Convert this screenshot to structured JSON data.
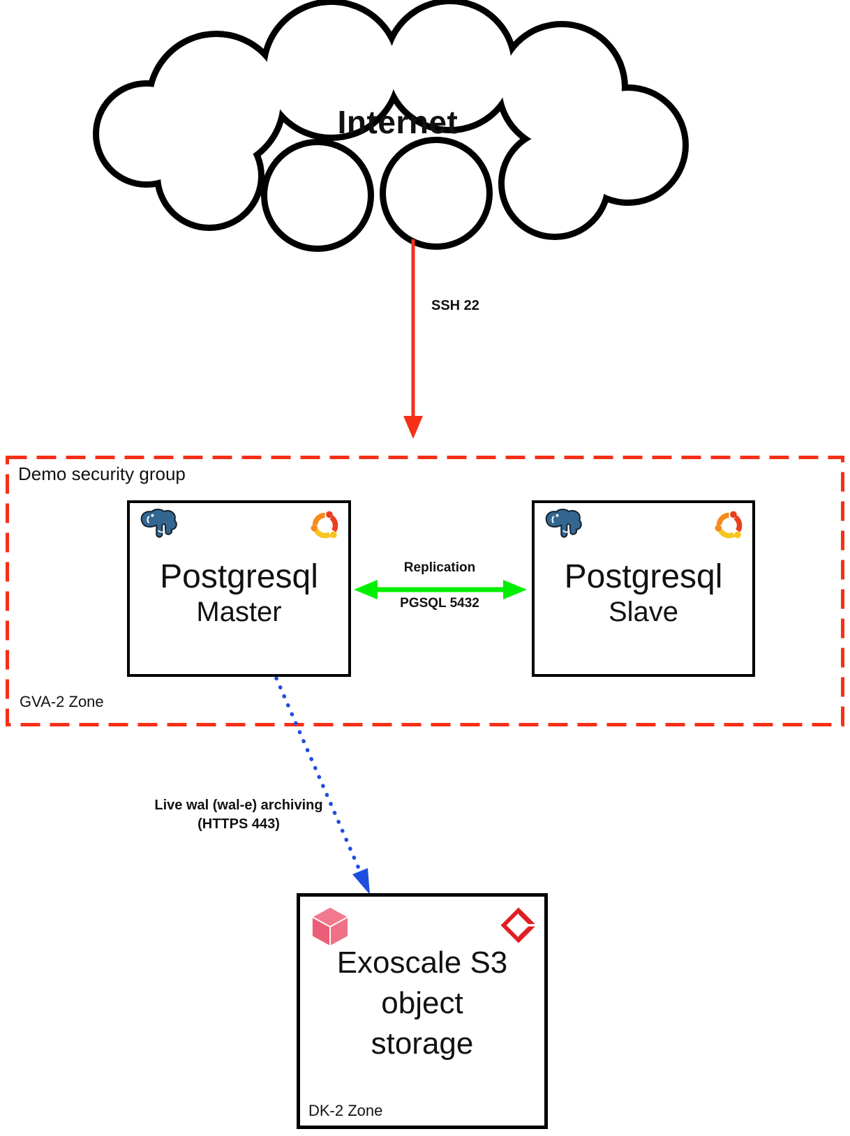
{
  "cloud": {
    "label": "Internet",
    "icon": "internet-cloud"
  },
  "connectors": {
    "ssh": {
      "label": "SSH 22",
      "color": "#f53018",
      "style": "solid-arrow-down"
    },
    "replication": {
      "label": "Replication",
      "port": "PGSQL 5432",
      "color": "#00ee00",
      "style": "double-headed-arrow"
    },
    "wal": {
      "line1": "Live wal (wal-e) archiving",
      "line2": "(HTTPS 443)",
      "color": "#1e4ee0",
      "style": "dotted-arrow"
    }
  },
  "security_group": {
    "label": "Demo security group",
    "zone": "GVA-2 Zone",
    "border_color": "#f53018",
    "border_style": "dashed"
  },
  "nodes": {
    "master": {
      "title": "Postgresql",
      "subtitle": "Master",
      "icons": [
        "postgresql-logo",
        "ubuntu-logo"
      ]
    },
    "slave": {
      "title": "Postgresql",
      "subtitle": "Slave",
      "icons": [
        "postgresql-logo",
        "ubuntu-logo"
      ]
    },
    "storage": {
      "lines": [
        "Exoscale S3",
        "object",
        "storage"
      ],
      "zone": "DK-2 Zone",
      "icons": [
        "s3-bucket-cube",
        "exoscale-logo"
      ]
    }
  },
  "colors": {
    "background": "#ffffff",
    "node_border": "#000000",
    "ssh_red": "#f53018",
    "replication_green": "#00ee00",
    "wal_blue": "#1e4ee0",
    "postgresql_blue": "#336791",
    "ubuntu_orange": "#f68b1e",
    "ubuntu_red": "#e8401d",
    "ubuntu_yellow": "#f6c51f",
    "exoscale_red": "#e01e25",
    "bucket_pink": "#ed6e82"
  }
}
